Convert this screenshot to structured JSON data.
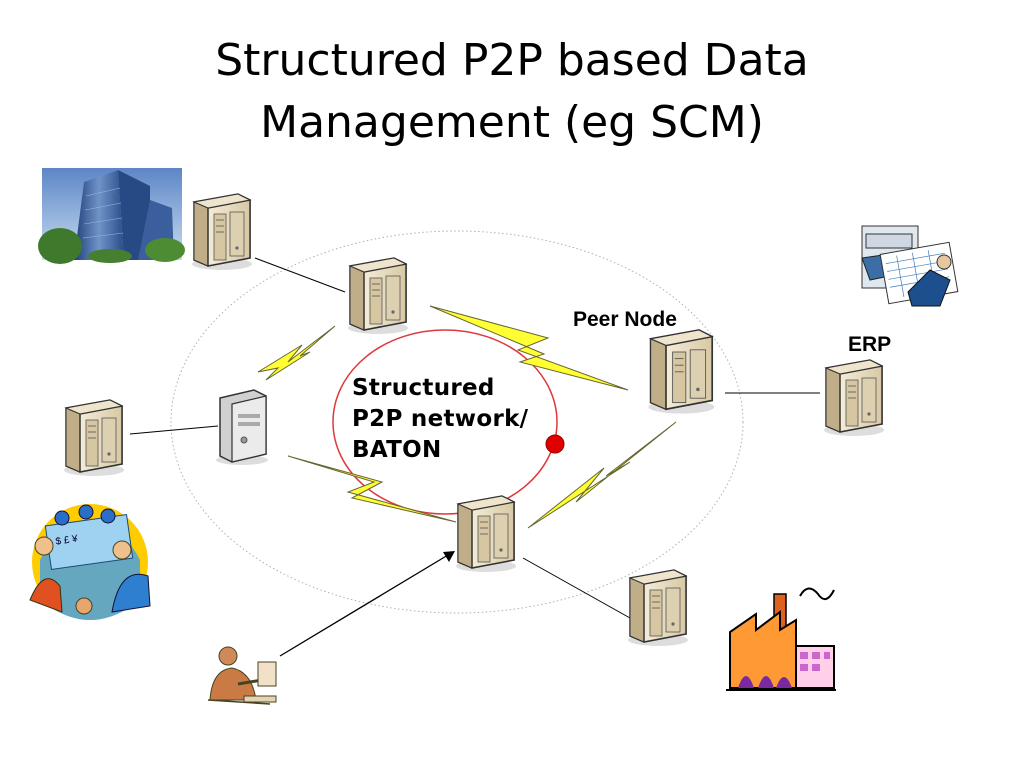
{
  "slide": {
    "title_lines": [
      "Structured P2P based Data",
      "Management (eg SCM)"
    ]
  },
  "labels": {
    "peer_node": "Peer Node",
    "erp": "ERP",
    "network_lines": [
      "Structured",
      "P2P network/",
      "BATON"
    ]
  },
  "icons": [
    "office-building-image",
    "shipping-clipart",
    "trading-people-clipart",
    "office-worker-clipart",
    "factory-clipart",
    "server-icon",
    "lightning-link-icon"
  ],
  "colors": {
    "ring_inner": "#e0383a",
    "dot": "#e00000",
    "lightning_fill": "#ffff33",
    "lightning_stroke": "#666633",
    "server_body": "#e8dcc0",
    "outer_ring": "#b0b0b0"
  }
}
